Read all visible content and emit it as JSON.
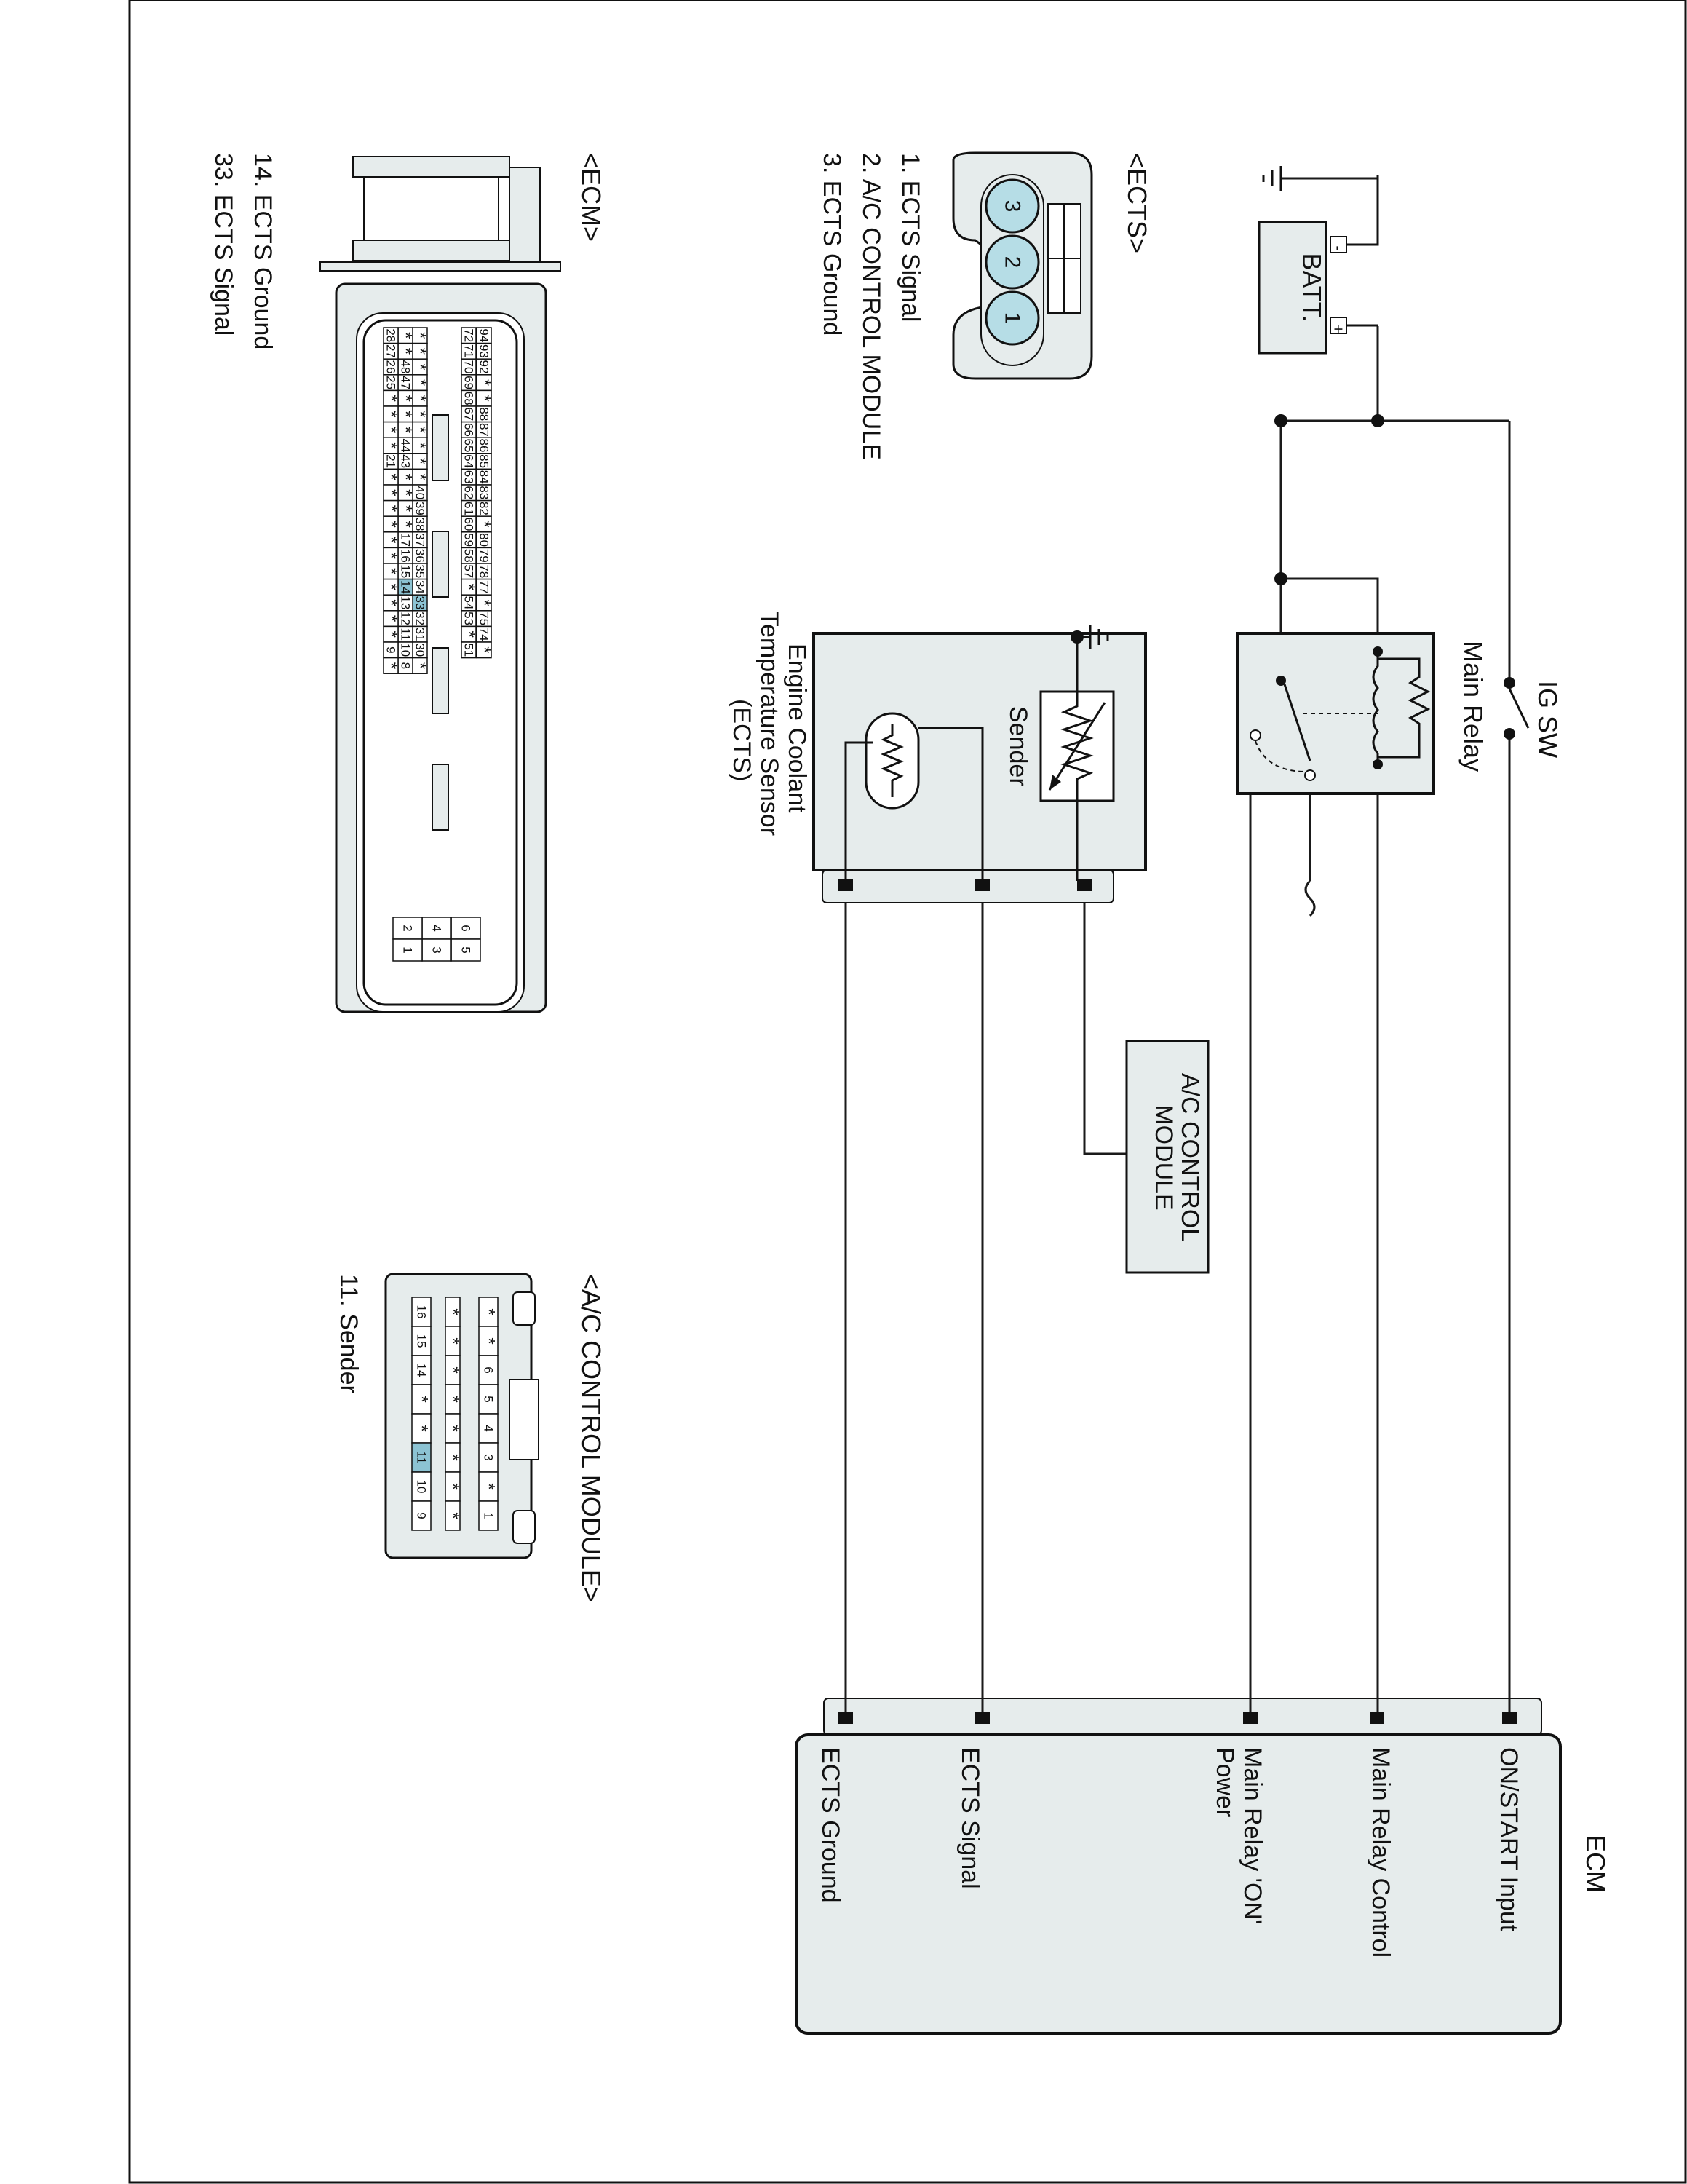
{
  "colors": {
    "line": "#1a1a1a",
    "box_fill": "#e6ecec",
    "highlight": "#8cc3d3",
    "pin_fill": "#b6dde6"
  },
  "ecm": {
    "title": "ECM",
    "pins": [
      "ON/START Input",
      "Main Relay Control",
      "Main Relay 'ON'",
      "Power",
      "ECTS Signal",
      "ECTS Ground"
    ]
  },
  "battery": {
    "label": "BATT.",
    "neg": "-",
    "pos": "+"
  },
  "ig_switch": {
    "label": "IG SW"
  },
  "main_relay": {
    "label": "Main Relay"
  },
  "ects_sensor": {
    "sender_label": "Sender",
    "name_lines": [
      "Engine Coolant",
      "Temperature Sensor",
      "(ECTS)"
    ]
  },
  "ac_module_box": {
    "lines": [
      "A/C CONTROL",
      "MODULE"
    ]
  },
  "ects_connector": {
    "title": "<ECTS>",
    "pins": [
      "3",
      "2",
      "1"
    ],
    "legend": [
      "1. ECTS Signal",
      "2. A/C CONTROL MODULE",
      "3. ECTS Ground"
    ]
  },
  "ecm_connector": {
    "title": "<ECM>",
    "legend": [
      "14. ECTS Ground",
      "33. ECTS Signal"
    ],
    "row1": [
      "94",
      "93",
      "92",
      "*",
      "*",
      "88",
      "87",
      "86",
      "85",
      "84",
      "83",
      "82",
      "*",
      "80",
      "79",
      "78",
      "77",
      "*",
      "75",
      "74",
      "*"
    ],
    "row2": [
      "72",
      "71",
      "70",
      "69",
      "68",
      "67",
      "66",
      "65",
      "64",
      "63",
      "62",
      "61",
      "60",
      "59",
      "58",
      "57",
      "*",
      "54",
      "53",
      "*",
      "51"
    ],
    "row3": [
      "*",
      "*",
      "*",
      "*",
      "*",
      "*",
      "*",
      "*",
      "*",
      "*",
      "40",
      "39",
      "38",
      "37",
      "36",
      "35",
      "34",
      "33",
      "32",
      "31",
      "30",
      "*"
    ],
    "row4": [
      "*",
      "*",
      "48",
      "47",
      "*",
      "*",
      "*",
      "44",
      "43",
      "*",
      "*",
      "*",
      "*",
      "17",
      "16",
      "15",
      "14",
      "13",
      "12",
      "11",
      "10",
      "8"
    ],
    "row5": [
      "28",
      "27",
      "26",
      "25",
      "*",
      "*",
      "*",
      "*",
      "21",
      "*",
      "*",
      "*",
      "*",
      "*",
      "*",
      "*",
      "*",
      "*",
      "*",
      "*",
      "9",
      "*"
    ],
    "aux": [
      "6",
      "5",
      "4",
      "3",
      "2",
      "1"
    ]
  },
  "ac_connector": {
    "title": "<A/C CONTROL MODULE>",
    "legend": [
      "11. Sender"
    ],
    "row1": [
      "*",
      "*",
      "6",
      "5",
      "4",
      "3",
      "*",
      "1"
    ],
    "row2": [
      "*",
      "*",
      "*",
      "*",
      "*",
      "*",
      "*",
      "*"
    ],
    "row3": [
      "16",
      "15",
      "14",
      "*",
      "*",
      "11",
      "10",
      "9"
    ]
  }
}
